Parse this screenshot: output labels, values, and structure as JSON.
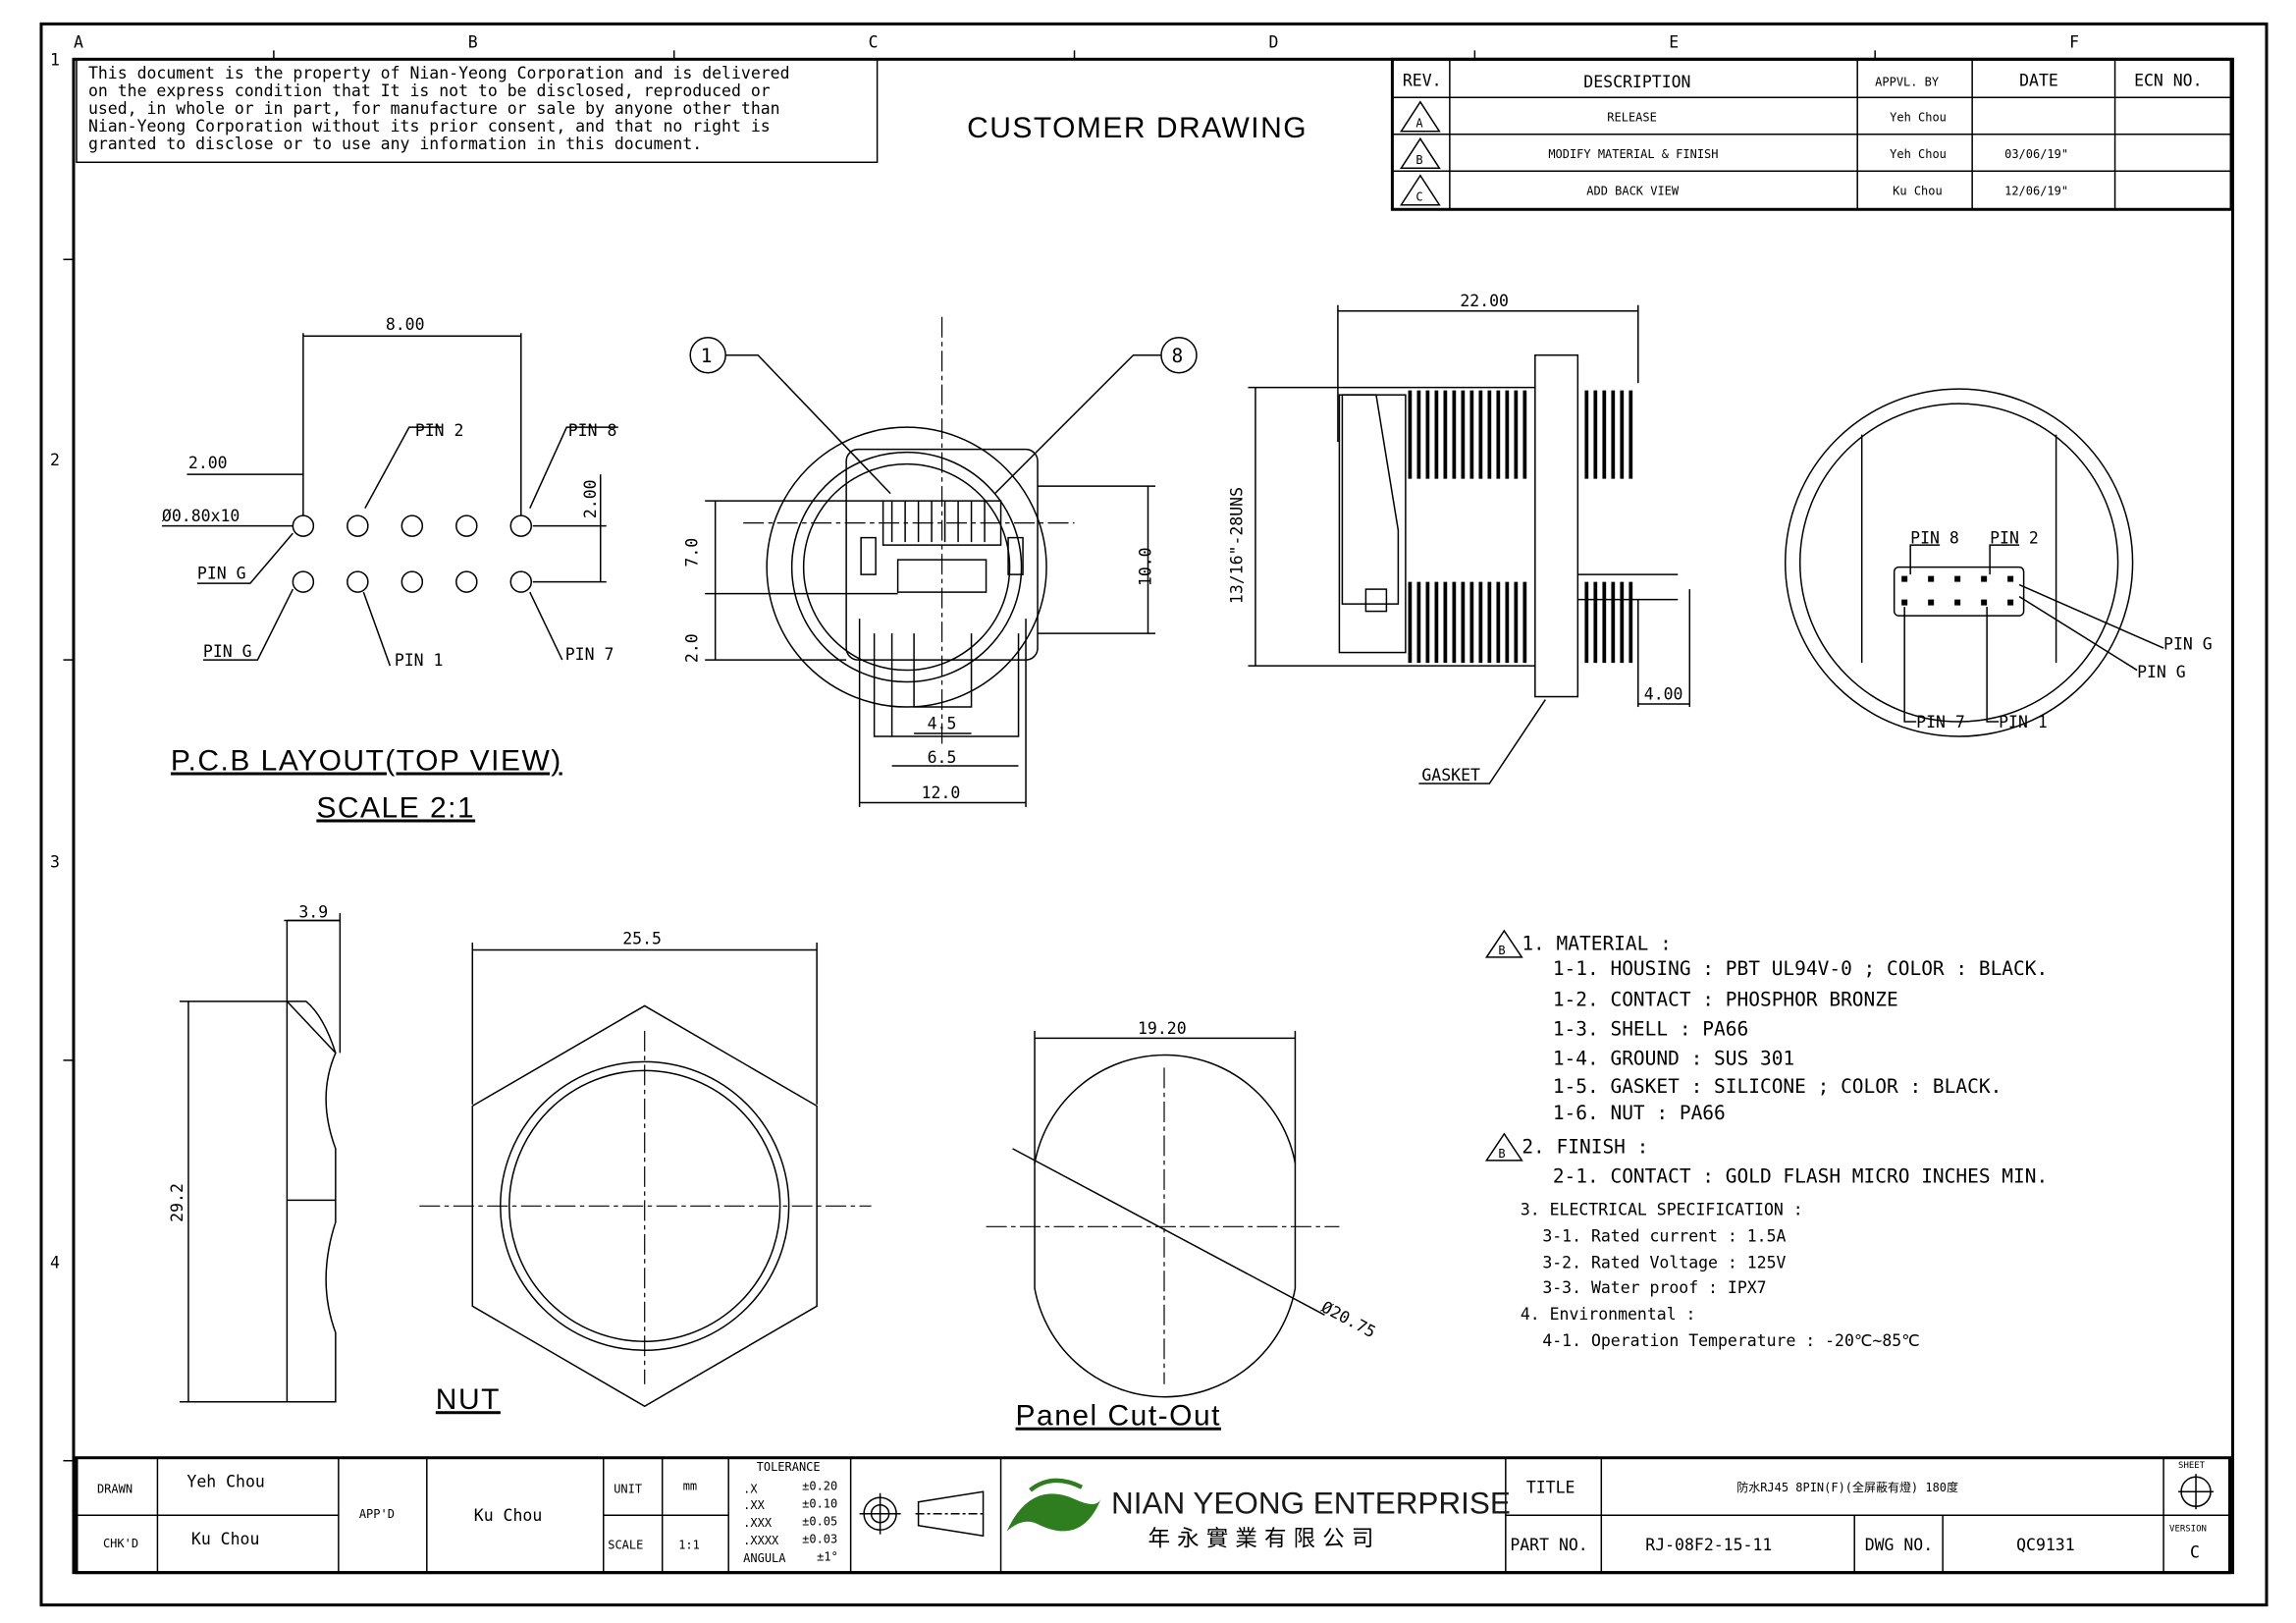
{
  "frame": {
    "zone_columns": [
      "A",
      "B",
      "C",
      "D",
      "E",
      "F"
    ],
    "zone_rows": [
      "1",
      "2",
      "3",
      "4"
    ]
  },
  "confidentiality_notice": [
    "This document is the property of Nian-Yeong Corporation and is delivered",
    "on  the  express condition that It is not to be disclosed, reproduced or",
    "used, in whole or in part, for manufacture or sale by anyone other than",
    "Nian-Yeong Corporation without  its prior consent, and that  no right  is",
    "granted to disclose or to use any information in this  document."
  ],
  "drawing_type": "CUSTOMER  DRAWING",
  "revision_table": {
    "headers": [
      "REV.",
      "DESCRIPTION",
      "APPVL. BY",
      "DATE",
      "ECN NO."
    ],
    "rows": [
      {
        "rev": "A",
        "description": "RELEASE",
        "approved_by": "Yeh Chou",
        "date": "",
        "ecn": ""
      },
      {
        "rev": "B",
        "description": "MODIFY MATERIAL & FINISH",
        "approved_by": "Yeh Chou",
        "date": "03/06/19\"",
        "ecn": ""
      },
      {
        "rev": "C",
        "description": "ADD BACK VIEW",
        "approved_by": "Ku Chou",
        "date": "12/06/19\"",
        "ecn": ""
      }
    ]
  },
  "pcb_layout": {
    "dim_width": "8.00",
    "dim_offset": "2.00",
    "dim_pitch_v": "2.00",
    "hole_spec": "Ø0.80x10",
    "labels": {
      "pin2": "PIN 2",
      "pin8": "PIN 8",
      "pin_g1": "PIN G",
      "pin_g2": "PIN G",
      "pin1": "PIN 1",
      "pin7": "PIN 7"
    },
    "title": "P.C.B LAYOUT(TOP VIEW)",
    "scale": "SCALE 2:1"
  },
  "front_view": {
    "balloon_1": "1",
    "balloon_8": "8",
    "dim_7": "7.0",
    "dim_2": "2.0",
    "dim_10": "10.0",
    "dim_45": "4.5",
    "dim_65": "6.5",
    "dim_12": "12.0"
  },
  "side_view": {
    "dim_length": "22.00",
    "thread": "13/16\"-28UNS",
    "dim_pin": "4.00",
    "gasket_label": "GASKET"
  },
  "back_view": {
    "labels": {
      "pin8": "PIN 8",
      "pin2": "PIN 2",
      "pin_g1": "PIN G",
      "pin_g2": "PIN G",
      "pin7": "PIN 7",
      "pin1": "PIN 1"
    }
  },
  "nut_side": {
    "dim_thickness": "3.9",
    "dim_height": "29.2"
  },
  "nut": {
    "dim_width": "25.5",
    "label": "NUT"
  },
  "panel_cutout": {
    "dim_flat": "19.20",
    "dim_dia": "Ø20.75",
    "label": "Panel Cut-Out"
  },
  "notes": {
    "material_title": "1. MATERIAL :",
    "material_rev": "B",
    "material": [
      "1-1. HOUSING : PBT UL94V-0 ; COLOR : BLACK.",
      "1-2. CONTACT : PHOSPHOR BRONZE",
      "1-3. SHELL : PA66",
      "1-4. GROUND : SUS 301",
      "1-5. GASKET : SILICONE ; COLOR : BLACK.",
      "1-6. NUT : PA66"
    ],
    "finish_title": "2. FINISH :",
    "finish_rev": "B",
    "finish": [
      "2-1. CONTACT : GOLD FLASH MICRO INCHES MIN."
    ],
    "electrical_title": "3. ELECTRICAL SPECIFICATION :",
    "electrical": [
      "3-1. Rated current : 1.5A",
      "3-2. Rated Voltage : 125V",
      "3-3. Water proof : IPX7"
    ],
    "environmental_title": "4. Environmental :",
    "environmental": [
      "4-1. Operation Temperature : -20℃~85℃"
    ]
  },
  "title_block": {
    "drawn_label": "DRAWN",
    "drawn_by": "Yeh Chou",
    "checked_label": "CHK'D",
    "checked_by": "Ku Chou",
    "approved_label": "APP'D",
    "approved_by": "Ku Chou",
    "unit_label": "UNIT",
    "unit": "mm",
    "scale_label": "SCALE",
    "scale": "1:1",
    "tolerance_title": "TOLERANCE",
    "tolerances": [
      {
        "k": ".X",
        "v": "±0.20"
      },
      {
        "k": ".XX",
        "v": "±0.10"
      },
      {
        "k": ".XXX",
        "v": "±0.05"
      },
      {
        "k": ".XXXX",
        "v": "±0.03"
      },
      {
        "k": "ANGULA",
        "v": "±1°"
      }
    ],
    "company_name": "NIAN YEONG ENTERPRISE",
    "company_name_cn": "年 永 實 業 有 限 公 司",
    "title_label": "TITLE",
    "title": "防水RJ45 8PIN(F)(全屏蔽有燈) 180度",
    "part_no_label": "PART NO.",
    "part_no": "RJ-08F2-15-11",
    "dwg_no_label": "DWG NO.",
    "dwg_no": "QC9131",
    "sheet_label": "SHEET",
    "version_label": "VERSION",
    "version": "C",
    "logo_color": "#2e7d1f"
  }
}
